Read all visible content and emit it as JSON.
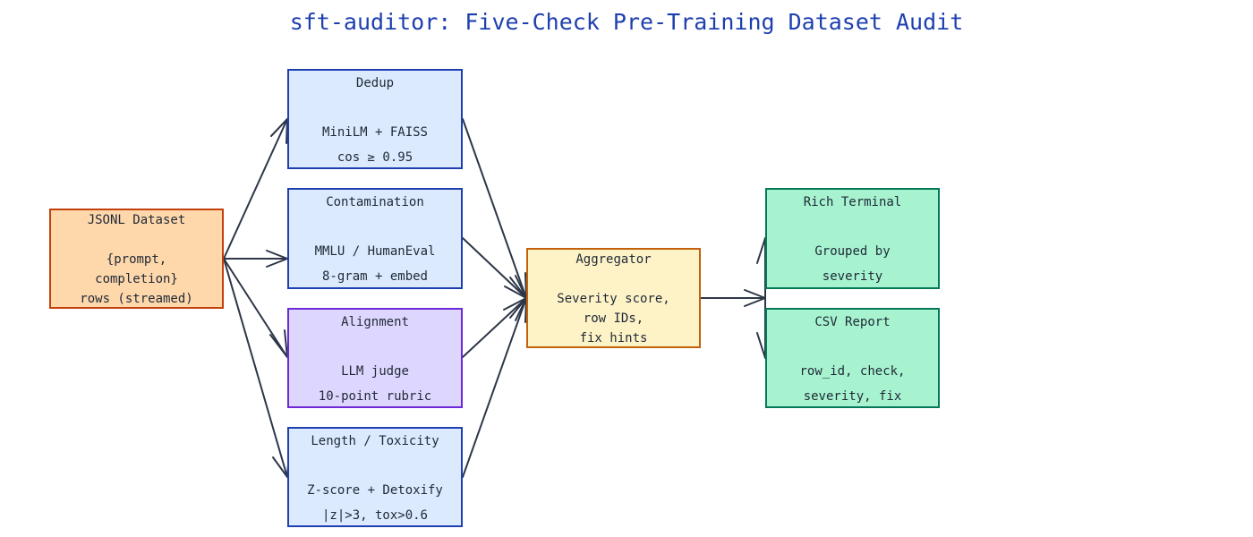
{
  "title": "sft-auditor: Five-Check Pre-Training Dataset Audit",
  "nodes": {
    "source": {
      "lines": [
        "JSONL Dataset",
        "{prompt,",
        "completion}",
        "rows (streamed)"
      ]
    },
    "dedup": {
      "lines": [
        "Dedup",
        "MiniLM + FAISS",
        "cos ≥ 0.95"
      ]
    },
    "contamination": {
      "lines": [
        "Contamination",
        "MMLU / HumanEval",
        "8-gram + embed"
      ]
    },
    "alignment": {
      "lines": [
        "Alignment",
        "LLM judge",
        "10-point rubric"
      ]
    },
    "length_toxicity": {
      "lines": [
        "Length / Toxicity",
        "Z-score + Detoxify",
        "|z|>3, tox>0.6"
      ]
    },
    "aggregator": {
      "lines": [
        "Aggregator",
        "Severity score,",
        "row IDs,",
        "fix hints"
      ]
    },
    "rich_terminal": {
      "lines": [
        "Rich Terminal",
        "Grouped by",
        "severity"
      ]
    },
    "csv_report": {
      "lines": [
        "CSV Report",
        "row_id, check,",
        "severity, fix"
      ]
    }
  },
  "colors": {
    "edge": "#2d3748",
    "title": "#1e40af"
  }
}
